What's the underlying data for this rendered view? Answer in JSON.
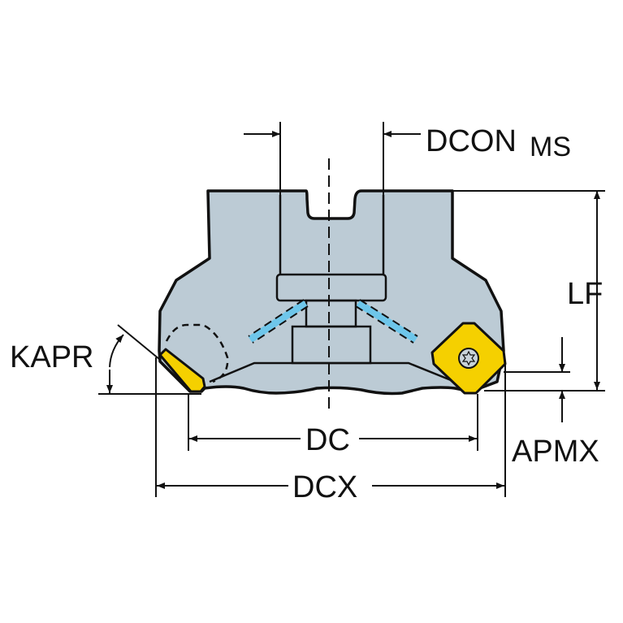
{
  "labels": {
    "dcon": "DCON",
    "dcon_sub": "MS",
    "lf": "LF",
    "kapr": "KAPR",
    "dc": "DC",
    "dcx": "DCX",
    "apmx": "APMX"
  },
  "colors": {
    "body": "#bccbd5",
    "insert": "#f5d000",
    "coolant": "#6ec6ea",
    "line": "#111111"
  }
}
